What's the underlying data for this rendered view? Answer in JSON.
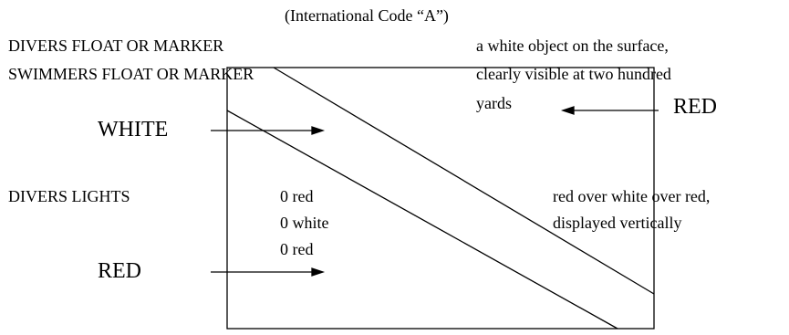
{
  "header": {
    "code": "(International Code “A”)"
  },
  "left": {
    "float_line1": "DIVERS FLOAT OR MARKER",
    "float_line2": "SWIMMERS FLOAT OR MARKER",
    "lights": "DIVERS LIGHTS"
  },
  "right": {
    "float_desc_line1": "a white object on the surface,",
    "float_desc_line2": "clearly visible at two hundred",
    "float_desc_line3": "yards",
    "lights_desc_line1": "red over white over red,",
    "lights_desc_line2": "displayed vertically"
  },
  "lights_list": [
    "0 red",
    "0 white",
    "0 red"
  ],
  "callouts": {
    "white": "WHITE",
    "red_lower": "RED",
    "red_upper": "RED"
  },
  "colors": {
    "ink": "#000000",
    "background": "#ffffff"
  }
}
